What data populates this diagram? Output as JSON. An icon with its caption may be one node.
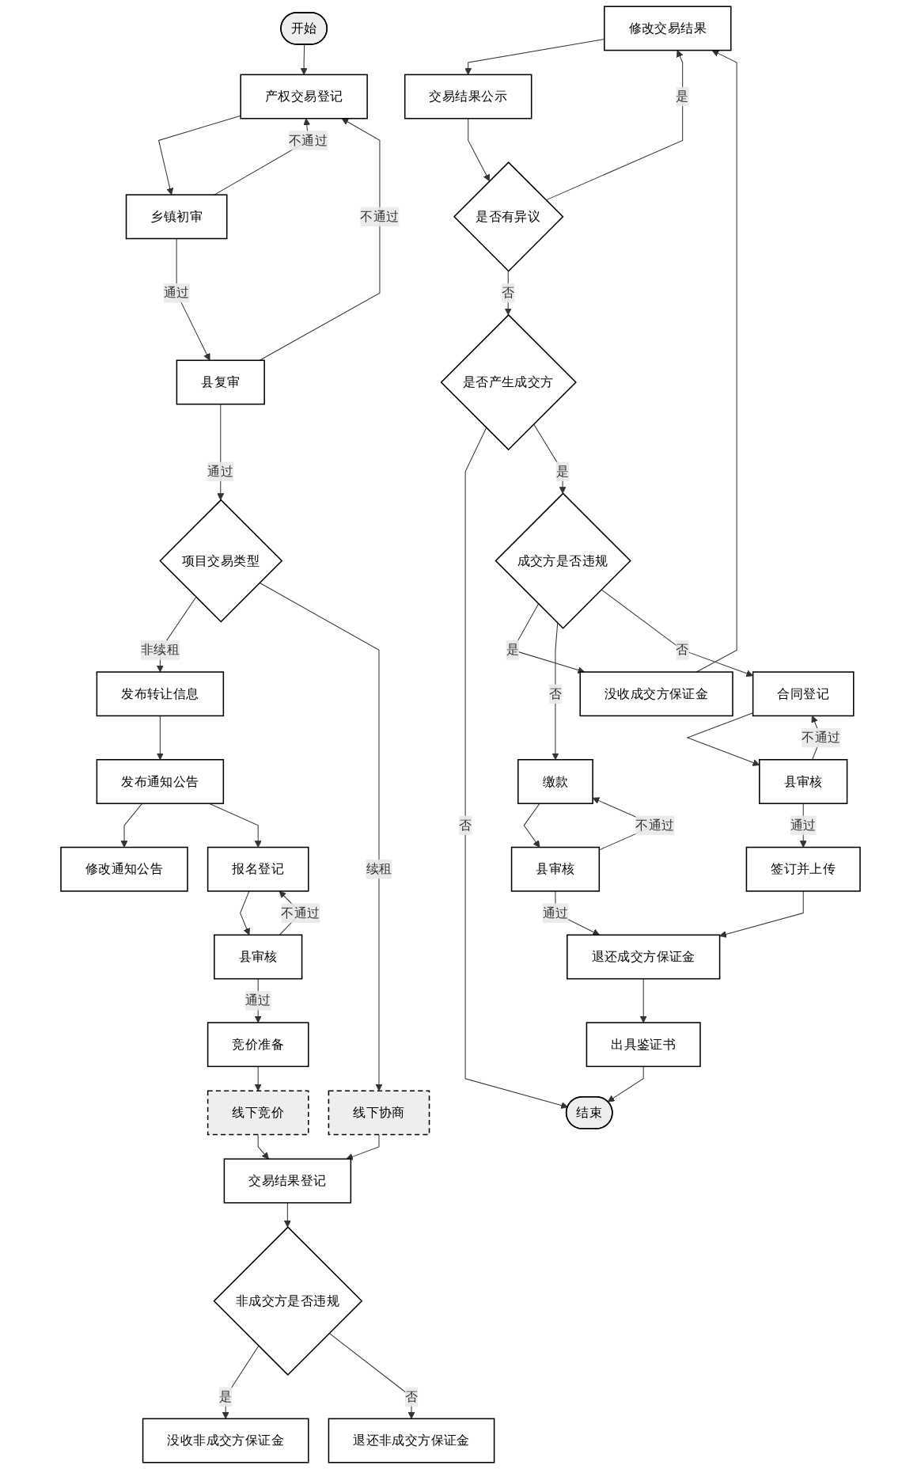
{
  "diagram": {
    "nodes": [
      {
        "text": [
          "开始"
        ]
      },
      {
        "text": [
          "产权交易登记"
        ]
      },
      {
        "text": [
          "乡镇初审"
        ]
      },
      {
        "text": [
          "县复审"
        ]
      },
      {
        "text": [
          "项目交易类型"
        ]
      },
      {
        "text": [
          "发布转让信息"
        ]
      },
      {
        "text": [
          "修改通知公告"
        ]
      },
      {
        "text": [
          "发布通知公告"
        ]
      },
      {
        "text": [
          "报名登记"
        ]
      },
      {
        "text": [
          "县审核"
        ]
      },
      {
        "text": [
          "竞价准备"
        ]
      },
      {
        "text": [
          "线下竞价"
        ]
      },
      {
        "text": [
          "线下协商"
        ]
      },
      {
        "text": [
          "交易结果登记"
        ]
      },
      {
        "text": [
          "非成交方是否违规"
        ]
      },
      {
        "text": [
          "没收非成交方保证金"
        ]
      },
      {
        "text": [
          "退还非成交方保证金"
        ]
      },
      {
        "text": [
          "修改交易结果"
        ]
      },
      {
        "text": [
          "交易结果公示"
        ]
      },
      {
        "text": [
          "是否有异议"
        ]
      },
      {
        "text": [
          "是否产生成交方"
        ]
      },
      {
        "text": [
          "没收成交方保证金"
        ]
      },
      {
        "text": [
          "成交方是否违规"
        ]
      },
      {
        "text": [
          "缴款"
        ]
      },
      {
        "text": [
          "县审核"
        ]
      },
      {
        "text": [
          "合同登记"
        ]
      },
      {
        "text": [
          "县审核"
        ]
      },
      {
        "text": [
          "签订并上传"
        ]
      },
      {
        "text": [
          "退还成交方保证金"
        ]
      },
      {
        "text": [
          "出具鉴证书"
        ]
      },
      {
        "text": [
          "结束"
        ]
      }
    ],
    "edges": [
      {
        "from": 0,
        "to": 1,
        "arrow": "to"
      },
      {
        "from": 1,
        "to": 2,
        "arrow": "to"
      },
      {
        "from": 2,
        "to": 1,
        "arrow": "to",
        "label": "不通过"
      },
      {
        "from": 2,
        "to": 3,
        "arrow": "to",
        "label": "通过"
      },
      {
        "from": 3,
        "to": 1,
        "arrow": "to",
        "label": "不通过"
      },
      {
        "from": 3,
        "to": 4,
        "arrow": "to",
        "label": "通过"
      },
      {
        "from": 4,
        "to": 5,
        "arrow": "to",
        "label": "非续租"
      },
      {
        "from": 4,
        "to": 12,
        "arrow": "to",
        "label": "续租"
      },
      {
        "from": 5,
        "to": 7,
        "arrow": "to"
      },
      {
        "from": 7,
        "to": 6,
        "arrow": "to"
      },
      {
        "from": 7,
        "to": 8,
        "arrow": "to"
      },
      {
        "from": 8,
        "to": 9,
        "arrow": "to"
      },
      {
        "from": 9,
        "to": 8,
        "arrow": "to",
        "label": "不通过"
      },
      {
        "from": 9,
        "to": 10,
        "arrow": "to",
        "label": "通过"
      },
      {
        "from": 10,
        "to": 11,
        "arrow": "to"
      },
      {
        "from": 11,
        "to": 13,
        "arrow": "to"
      },
      {
        "from": 12,
        "to": 13,
        "arrow": "to"
      },
      {
        "from": 13,
        "to": 14,
        "arrow": "to"
      },
      {
        "from": 14,
        "to": 15,
        "arrow": "to",
        "label": "是"
      },
      {
        "from": 14,
        "to": 16,
        "arrow": "to",
        "label": "否"
      },
      {
        "from": 17,
        "to": 18,
        "arrow": "to"
      },
      {
        "from": 18,
        "to": 19,
        "arrow": "to"
      },
      {
        "from": 19,
        "to": 17,
        "arrow": "to",
        "label": "是"
      },
      {
        "from": 19,
        "to": 20,
        "arrow": "to",
        "label": "否"
      },
      {
        "from": 20,
        "to": 30,
        "arrow": "to",
        "label": "否"
      },
      {
        "from": 20,
        "to": 22,
        "arrow": "to",
        "label": "是"
      },
      {
        "from": 22,
        "to": 21,
        "arrow": "to",
        "label": "是"
      },
      {
        "from": 21,
        "to": 17,
        "arrow": "to"
      },
      {
        "from": 22,
        "to": 23,
        "arrow": "to",
        "label": "否"
      },
      {
        "from": 22,
        "to": 25,
        "arrow": "to",
        "label": "否"
      },
      {
        "from": 23,
        "to": 24,
        "arrow": "to"
      },
      {
        "from": 24,
        "to": 23,
        "arrow": "to",
        "label": "不通过"
      },
      {
        "from": 24,
        "to": 28,
        "arrow": "to",
        "label": "通过"
      },
      {
        "from": 25,
        "to": 26,
        "arrow": "to"
      },
      {
        "from": 26,
        "to": 25,
        "arrow": "to",
        "label": "不通过"
      },
      {
        "from": 26,
        "to": 27,
        "arrow": "to",
        "label": "通过"
      },
      {
        "from": 27,
        "to": 28,
        "arrow": "to"
      },
      {
        "from": 28,
        "to": 29,
        "arrow": "to"
      },
      {
        "from": 29,
        "to": 30,
        "arrow": "to"
      }
    ]
  }
}
